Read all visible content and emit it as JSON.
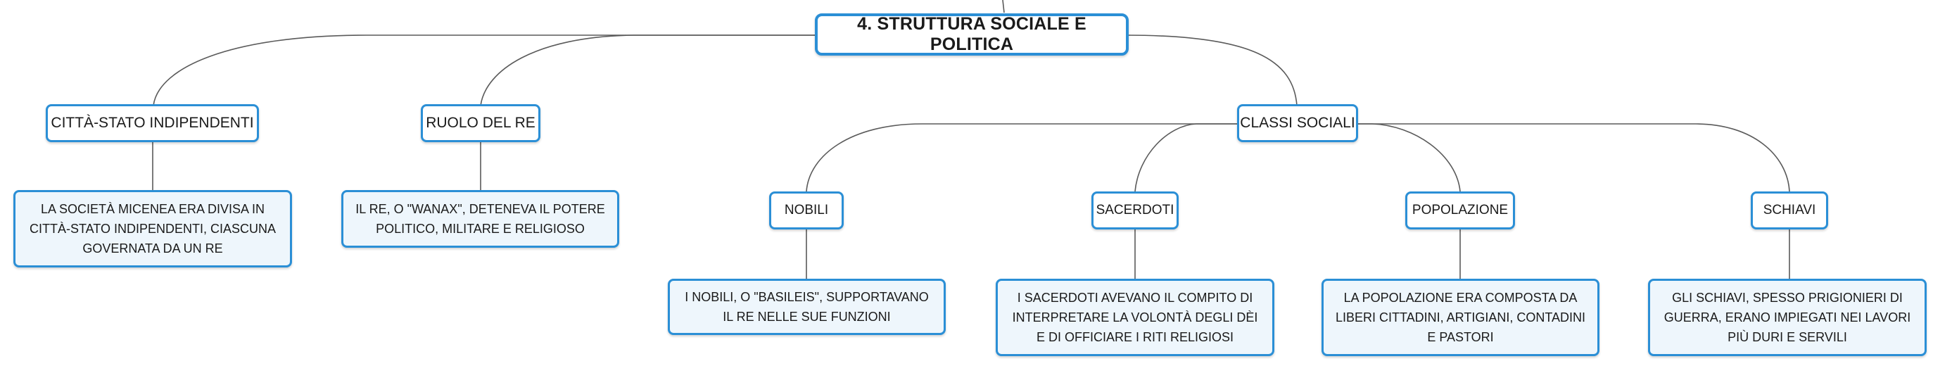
{
  "root": {
    "label": "4. STRUTTURA SOCIALE E POLITICA"
  },
  "branches": [
    {
      "label": "CITTÀ-STATO INDIPENDENTI",
      "detail": "LA SOCIETÀ MICENEA ERA DIVISA IN CITTÀ-STATO INDIPENDENTI, CIASCUNA GOVERNATA DA UN RE"
    },
    {
      "label": "RUOLO DEL RE",
      "detail": "IL RE, O \"WANAX\", DETENEVA IL POTERE POLITICO, MILITARE E RELIGIOSO"
    },
    {
      "label": "CLASSI SOCIALI",
      "children": [
        {
          "label": "NOBILI",
          "detail": "I NOBILI, O \"BASILEIS\", SUPPORTAVANO IL RE NELLE SUE FUNZIONI"
        },
        {
          "label": "SACERDOTI",
          "detail": "I SACERDOTI AVEVANO IL COMPITO DI INTERPRETARE LA VOLONTÀ DEGLI DÈI E DI OFFICIARE I RITI RELIGIOSI"
        },
        {
          "label": "POPOLAZIONE",
          "detail": "LA POPOLAZIONE ERA COMPOSTA DA LIBERI CITTADINI, ARTIGIANI, CONTADINI E PASTORI"
        },
        {
          "label": "SCHIAVI",
          "detail": "GLI SCHIAVI, SPESSO PRIGIONIERI DI GUERRA, ERANO IMPIEGATI NEI LAVORI PIÙ DURI E SERVILI"
        }
      ]
    }
  ],
  "colors": {
    "border": "#2b8fd6",
    "leaf_fill": "#eef6fc",
    "line": "#5a5a5a"
  }
}
